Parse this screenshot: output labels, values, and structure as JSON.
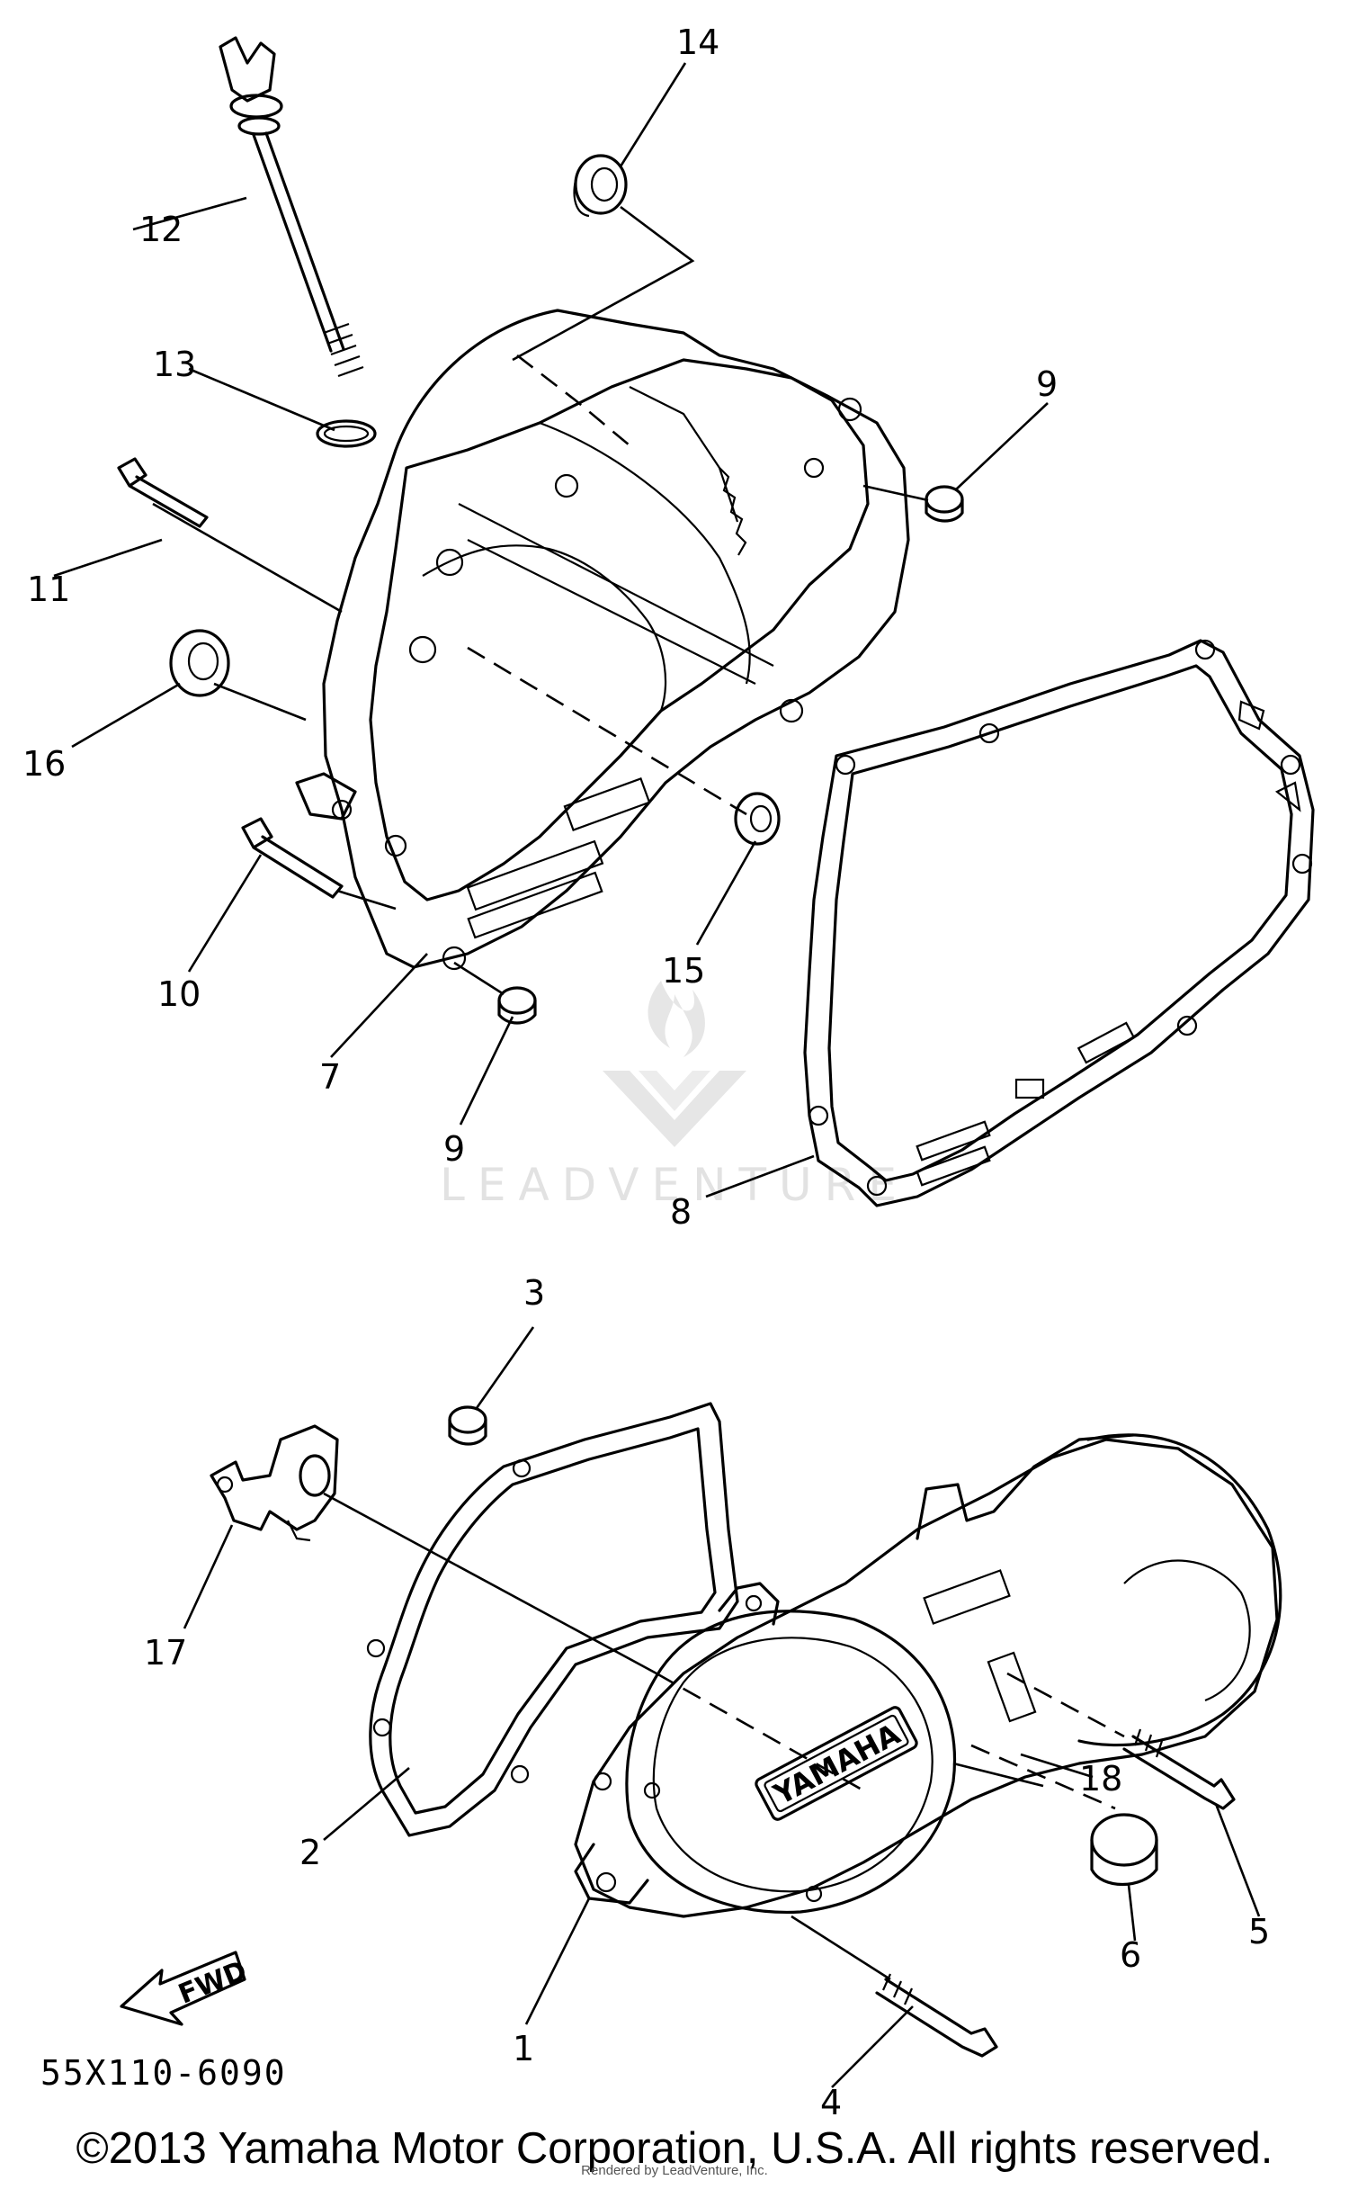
{
  "diagram": {
    "callouts": [
      "1",
      "2",
      "3",
      "4",
      "5",
      "6",
      "7",
      "8",
      "9",
      "9",
      "10",
      "11",
      "12",
      "13",
      "14",
      "15",
      "16",
      "17",
      "18"
    ],
    "fwd_label": "FWD",
    "brand_badge": "YAMAHA"
  },
  "watermark": {
    "text": "LEADVENTURE"
  },
  "footer": {
    "catalog_code": "55X110-6090",
    "copyright": "©2013 Yamaha Motor Corporation, U.S.A. All rights reserved.",
    "rendered_by": "Rendered by LeadVenture, Inc."
  }
}
